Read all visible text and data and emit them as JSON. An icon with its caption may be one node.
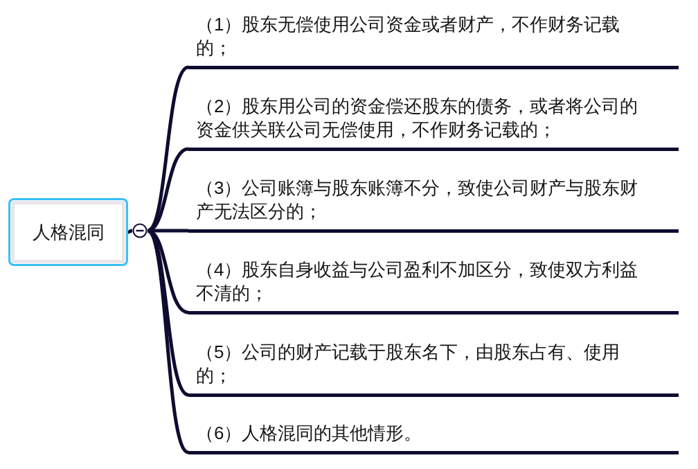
{
  "diagram": {
    "nodes": [
      {
        "text": [
          "人格混同"
        ]
      },
      {
        "text": [],
        "shape": "circle"
      },
      {
        "text": [
          "（1）股东无偿使用公司资金或者财产，不作财务记载的；"
        ]
      },
      {
        "text": [
          "（2）股东用公司的资金偿还股东的债务，或者将公司的资金供关联公司无偿使用，不作财务记载的；"
        ]
      },
      {
        "text": [
          "（3）公司账簿与股东账簿不分，致使公司财产与股东财产无法区分的；"
        ]
      },
      {
        "text": [
          "（4）股东自身收益与公司盈利不加区分，致使双方利益不清的；"
        ]
      },
      {
        "text": [
          "（5）公司的财产记载于股东名下，由股东占有、使用的；"
        ]
      },
      {
        "text": [
          "（6）人格混同的其他情形。"
        ]
      }
    ],
    "edges": [
      {
        "from": 0,
        "to": 1,
        "arrow": "none"
      },
      {
        "from": 1,
        "to": 2,
        "arrow": "none"
      },
      {
        "from": 1,
        "to": 3,
        "arrow": "none"
      },
      {
        "from": 1,
        "to": 4,
        "arrow": "none"
      },
      {
        "from": 1,
        "to": 5,
        "arrow": "none"
      },
      {
        "from": 1,
        "to": 6,
        "arrow": "none"
      },
      {
        "from": 1,
        "to": 7,
        "arrow": "none"
      }
    ]
  }
}
